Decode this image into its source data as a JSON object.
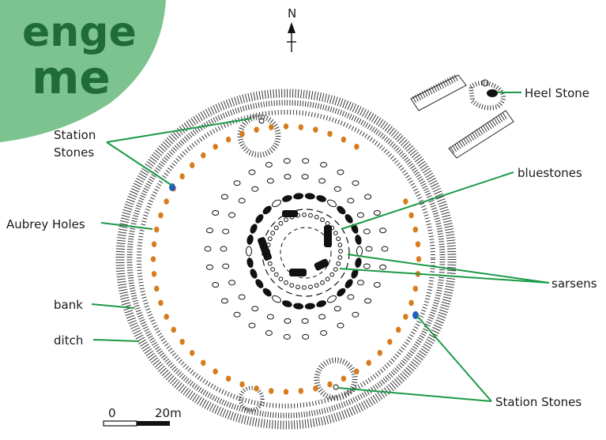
{
  "title_fragment": {
    "line1": "enge",
    "line2": "me"
  },
  "north_label": "N",
  "labels": {
    "station_stones_upper_line1": "Station",
    "station_stones_upper_line2": "Stones",
    "aubrey_holes": "Aubrey Holes",
    "bank": "bank",
    "ditch": "ditch",
    "heel_stone": "Heel Stone",
    "bluestones": "bluestones",
    "sarsens": "sarsens",
    "station_stones_lower": "Station Stones"
  },
  "scale_bar": {
    "start": "0",
    "end": "20m"
  },
  "colors": {
    "title_blob": "#7cc38f",
    "title_text": "#1f6b3a",
    "leader_line": "#1b9a45",
    "aubrey_hole": "#d77b1b",
    "station_stone": "#1f5fbf",
    "stone": "#111111"
  }
}
